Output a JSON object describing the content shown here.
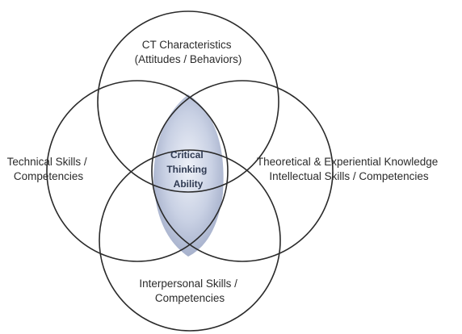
{
  "diagram": {
    "type": "four-circle venn",
    "center": {
      "lines": [
        "Critical",
        "Thinking",
        "Ability"
      ],
      "fill_color": "#b8c2d8"
    },
    "circles": {
      "top": {
        "lines": [
          "CT Characteristics",
          "(Attitudes / Behaviors)"
        ]
      },
      "left": {
        "lines": [
          "Technical Skills /",
          "Competencies"
        ]
      },
      "right": {
        "lines": [
          "Theoretical & Experiential Knowledge",
          "Intellectual Skills / Competencies"
        ]
      },
      "bottom": {
        "lines": [
          "Interpersonal Skills /",
          "Competencies"
        ]
      }
    },
    "stroke_color": "#2a2a2a"
  }
}
